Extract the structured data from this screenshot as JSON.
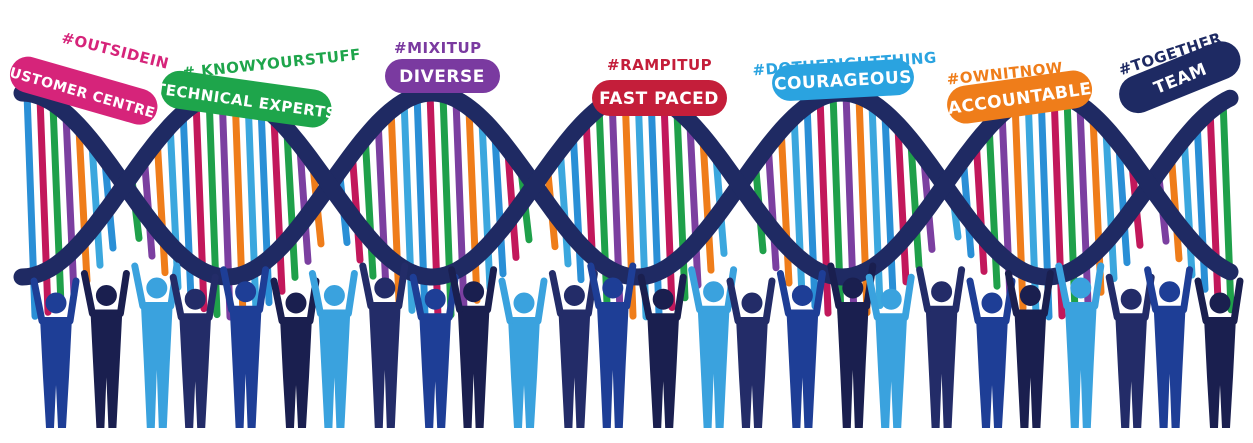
{
  "colors": {
    "backbone": "#1f2a63",
    "rung_palette": [
      "#2a8fd6",
      "#c2185b",
      "#1fa04a",
      "#7b3fa0",
      "#ef7d1a",
      "#3ba7de"
    ],
    "people": [
      "#1e3e96",
      "#1a1f4f",
      "#3aa2de",
      "#232c68"
    ]
  },
  "values": [
    {
      "hashtag": "#OUTSIDEIN",
      "label": "CUSTOMER CENTRED",
      "color": "#d6247a"
    },
    {
      "hashtag": "# KNOWYOURSTUFF",
      "label": "TECHNICAL EXPERTS",
      "color": "#1ea54b"
    },
    {
      "hashtag": "#MIXITUP",
      "label": "DIVERSE",
      "color": "#7a3aa0"
    },
    {
      "hashtag": "#RAMPITUP",
      "label": "FAST PACED",
      "color": "#c41e3a"
    },
    {
      "hashtag": "#DOTHERIGHTTHING",
      "label": "COURAGEOUS",
      "color": "#2aa3e0"
    },
    {
      "hashtag": "#OWNITNOW",
      "label": "ACCOUNTABLE",
      "color": "#ef7d1a"
    },
    {
      "hashtag": "#TOGETHER",
      "label": "TEAM",
      "color": "#1e2a63"
    }
  ]
}
